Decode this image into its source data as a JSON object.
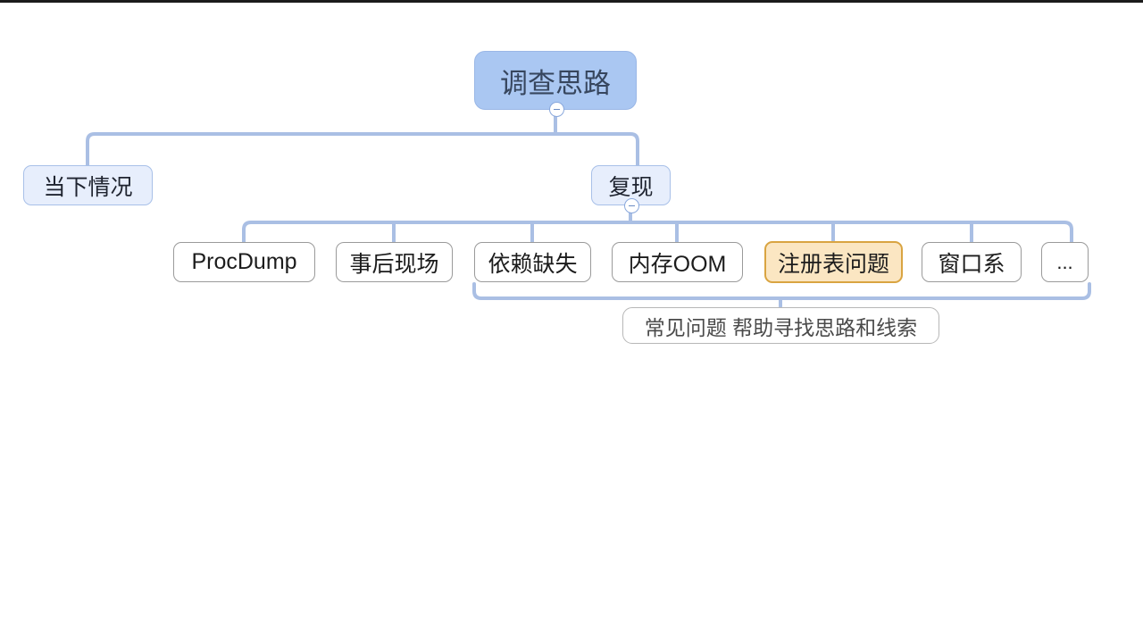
{
  "canvas": {
    "background": "#ffffff",
    "topbar_color": "#1c1c1c",
    "edge_color": "#aabfe4",
    "bracket_color": "#aabfe4"
  },
  "mindmap": {
    "root": {
      "label": "调查思路",
      "fill": "#aac7f2",
      "border": "#9ab7e6",
      "collapse_badge": "minus-badge"
    },
    "branches": [
      {
        "label": "当下情况",
        "fill": "#e7eefc",
        "border": "#a8c0e8",
        "collapse_badge": ""
      },
      {
        "label": "复现",
        "fill": "#e7eefc",
        "border": "#a8c0e8",
        "collapse_badge": "minus-badge"
      }
    ],
    "leaves": [
      {
        "label": "ProcDump",
        "fill": "#ffffff",
        "border": "#9a9a9a",
        "highlight": false
      },
      {
        "label": "事后现场",
        "fill": "#ffffff",
        "border": "#9a9a9a",
        "highlight": false
      },
      {
        "label": "依赖缺失",
        "fill": "#ffffff",
        "border": "#9a9a9a",
        "highlight": false
      },
      {
        "label": "内存OOM",
        "fill": "#ffffff",
        "border": "#9a9a9a",
        "highlight": false
      },
      {
        "label": "注册表问题",
        "fill": "#fbe6c2",
        "border": "#d9a441",
        "highlight": true
      },
      {
        "label": "窗口系",
        "fill": "#ffffff",
        "border": "#9a9a9a",
        "highlight": false
      },
      {
        "label": "...",
        "fill": "#ffffff",
        "border": "#9a9a9a",
        "highlight": false
      }
    ],
    "note": {
      "label": "常见问题 帮助寻找思路和线索",
      "fill": "#ffffff",
      "border": "#b7b7b7",
      "text_color": "#4a4a4a"
    }
  }
}
